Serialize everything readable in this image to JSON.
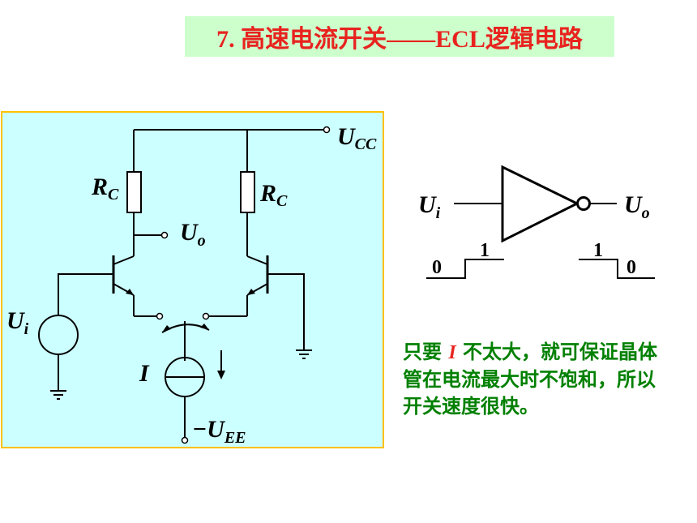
{
  "title": "7. 高速电流开关——ECL逻辑电路",
  "circuit": {
    "vcc_label": "U",
    "vcc_sub": "CC",
    "rc_left": "R",
    "rc_left_sub": "C",
    "rc_right": "R",
    "rc_right_sub": "C",
    "uo_label": "U",
    "uo_sub": "o",
    "ui_label": "U",
    "ui_sub": "i",
    "i_label": "I",
    "vee_label": "−U",
    "vee_sub": "EE"
  },
  "gate": {
    "input_label": "U",
    "input_sub": "i",
    "output_label": "U",
    "output_sub": "o",
    "in_low": "0",
    "in_high": "1",
    "out_high": "1",
    "out_low": "0"
  },
  "note": {
    "prefix": "只要 ",
    "highlight": "I",
    "suffix": " 不太大，就可保证晶体管在电流最大时不饱和，所以开关速度很快。"
  },
  "colors": {
    "title": "#e8231f",
    "title_bg": "#ccffcc",
    "panel_bg": "#ccffff",
    "panel_border": "#ffc000",
    "note": "#008000"
  }
}
